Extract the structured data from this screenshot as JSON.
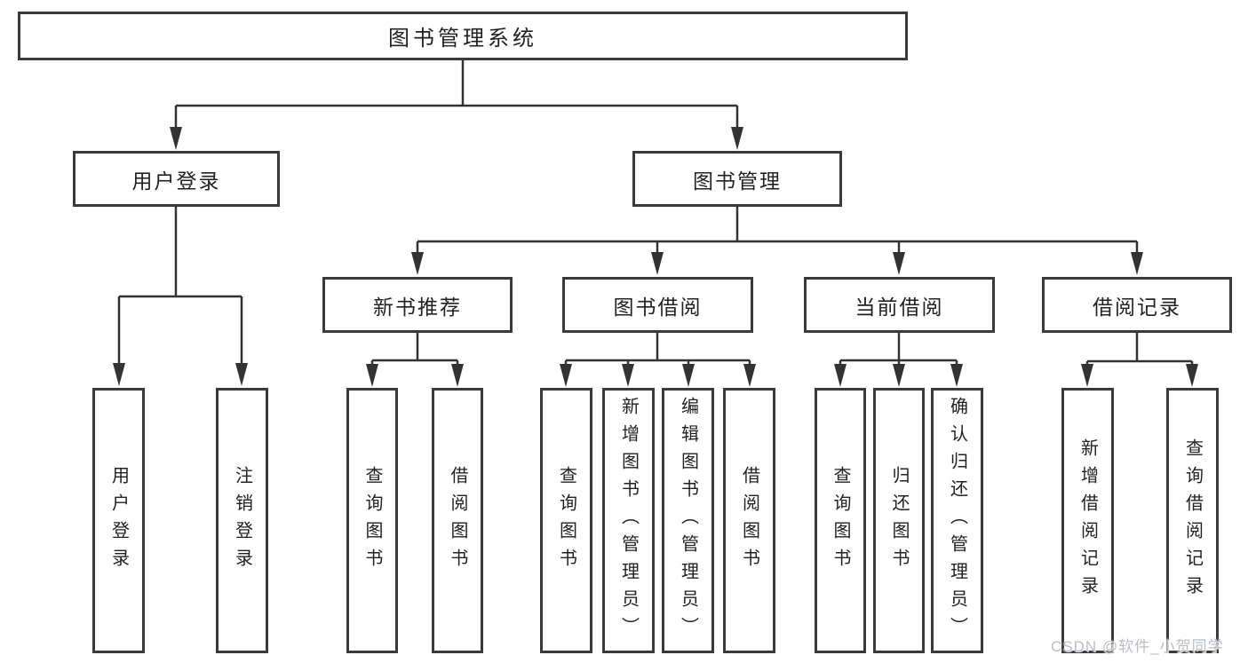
{
  "diagram": {
    "root": {
      "label": "图书管理系统"
    },
    "level2": [
      {
        "label": "用户登录"
      },
      {
        "label": "图书管理"
      }
    ],
    "level3": [
      {
        "label": "新书推荐"
      },
      {
        "label": "图书借阅"
      },
      {
        "label": "当前借阅"
      },
      {
        "label": "借阅记录"
      }
    ],
    "groups": [
      {
        "parent": "用户登录",
        "leaves": [
          {
            "label": "用户登录"
          },
          {
            "label": "注销登录"
          }
        ]
      },
      {
        "parent": "新书推荐",
        "leaves": [
          {
            "label": "查询图书"
          },
          {
            "label": "借阅图书"
          }
        ]
      },
      {
        "parent": "图书借阅",
        "leaves": [
          {
            "label": "查询图书"
          },
          {
            "label": "新增图书（管理员）"
          },
          {
            "label": "编辑图书（管理员）"
          },
          {
            "label": "借阅图书"
          }
        ]
      },
      {
        "parent": "当前借阅",
        "leaves": [
          {
            "label": "查询图书"
          },
          {
            "label": "归还图书"
          },
          {
            "label": "确认归还（管理员）"
          }
        ]
      },
      {
        "parent": "借阅记录",
        "leaves": [
          {
            "label": "新增借阅记录"
          },
          {
            "label": "查询借阅记录"
          }
        ]
      }
    ]
  },
  "watermark": {
    "text": "CSDN @软件_小贺同学"
  },
  "colors": {
    "line": "#333333",
    "box_border": "#3a3a3a",
    "text": "#222222",
    "background": "#ffffff",
    "watermark": "#b9bdc3"
  }
}
